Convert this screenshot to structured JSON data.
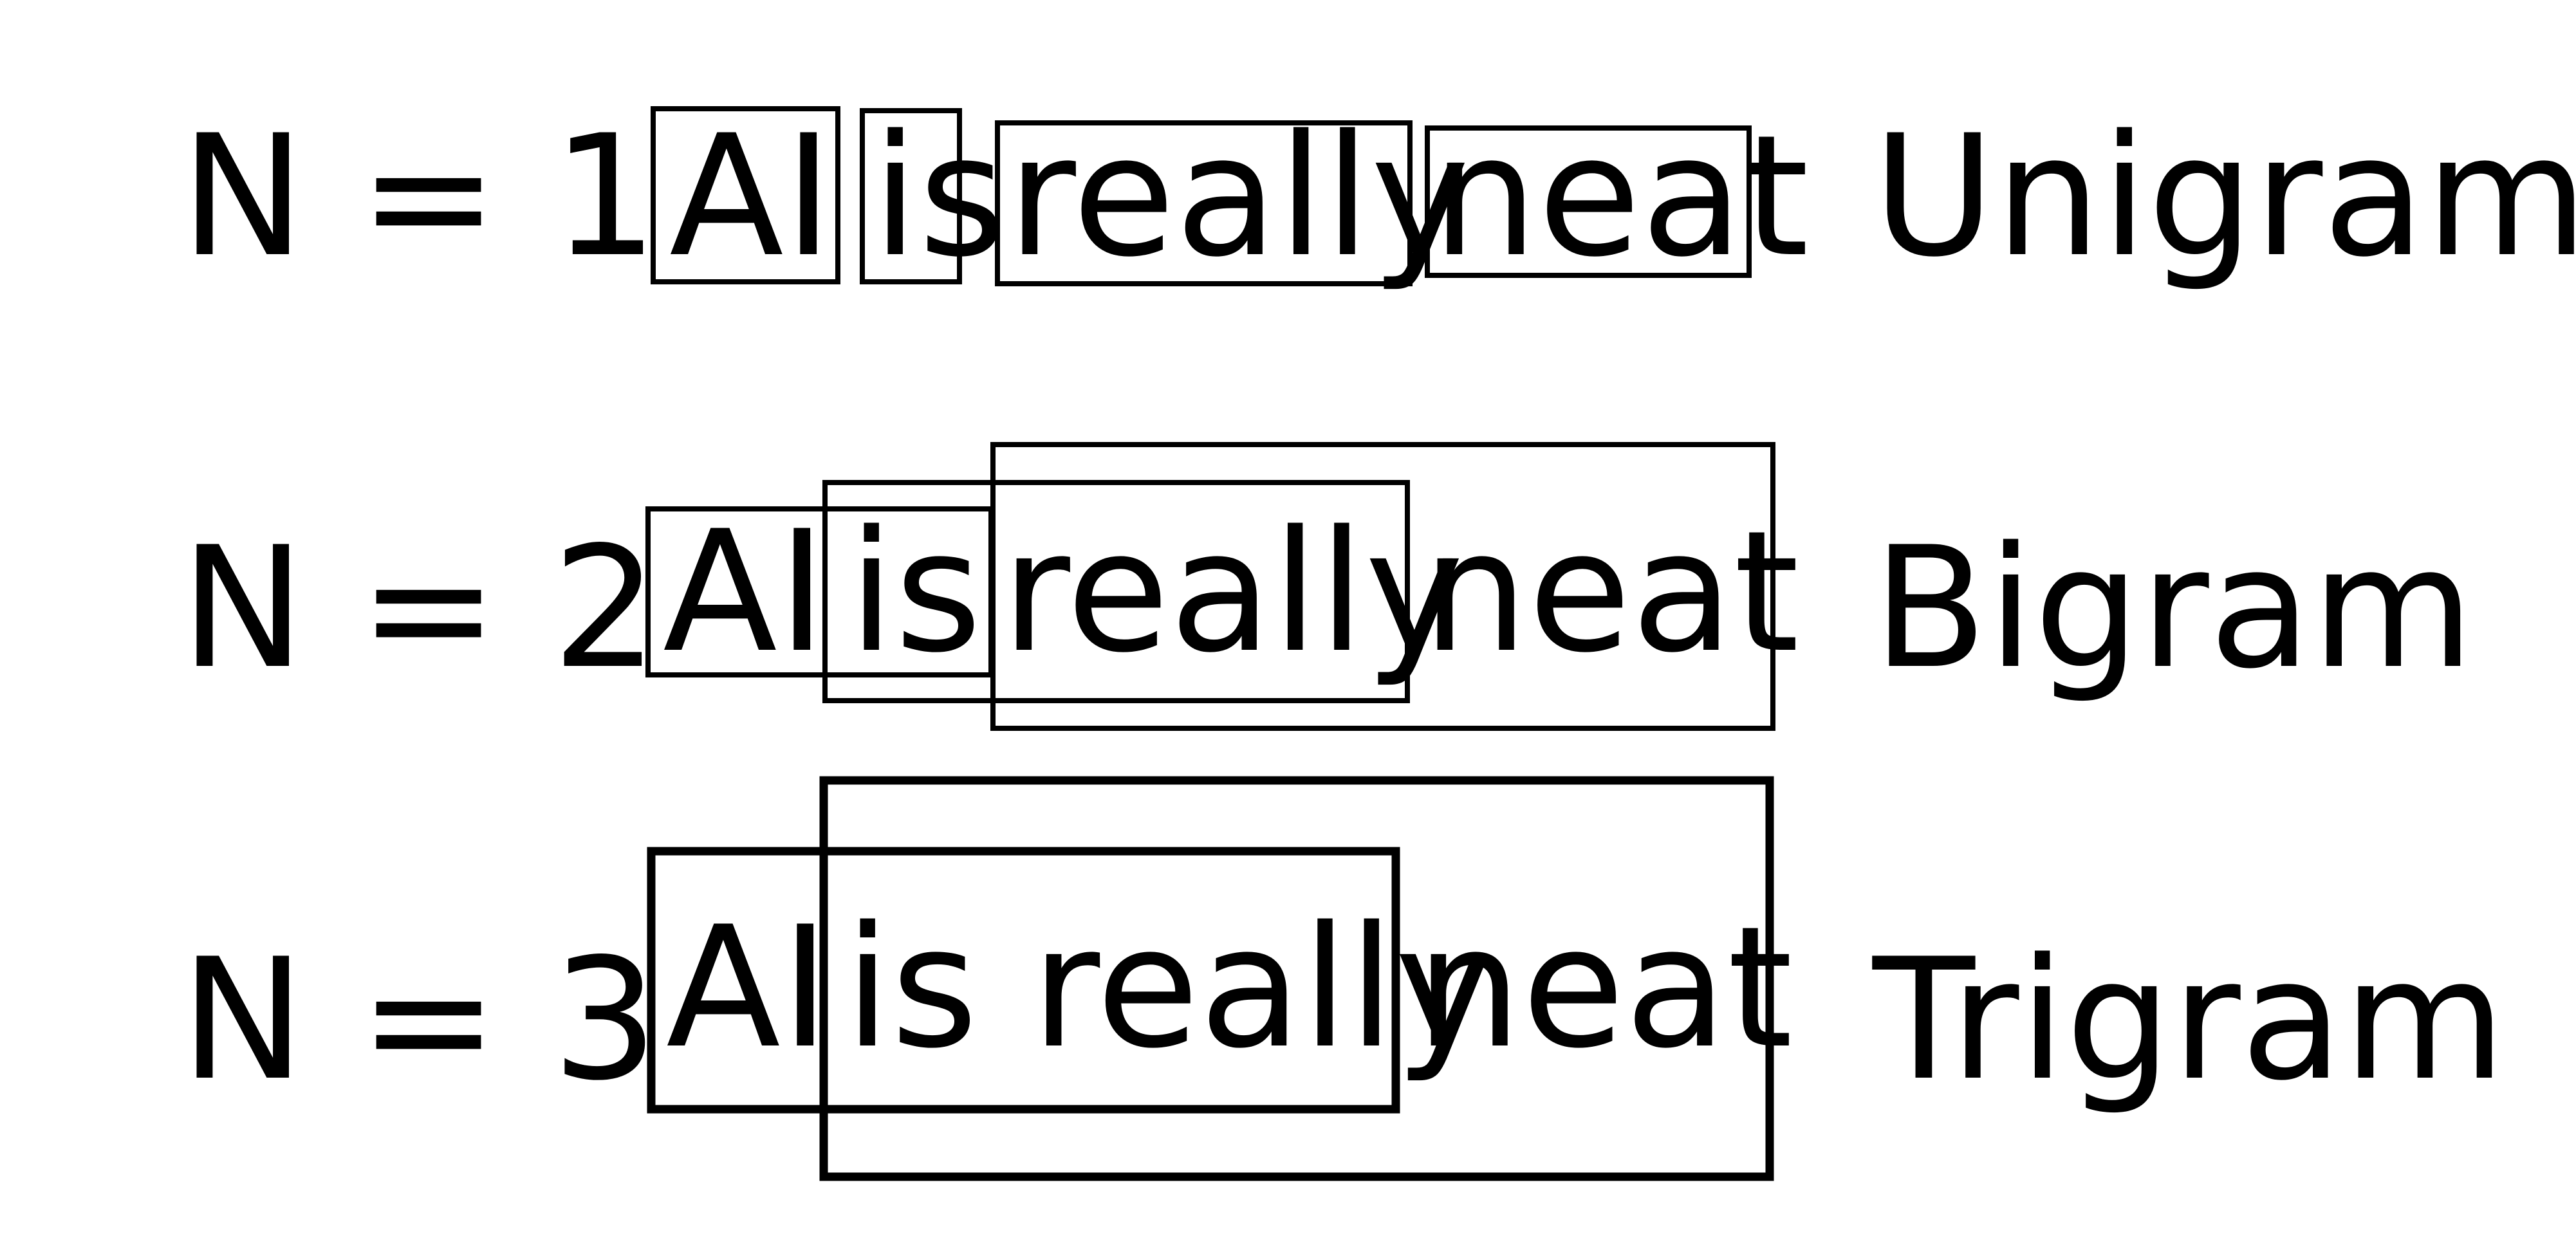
{
  "rows": [
    {
      "n_label": "N = 1",
      "name": "Unigram",
      "words": [
        "AI",
        "is",
        "really",
        "neat"
      ]
    },
    {
      "n_label": "N = 2",
      "name": "Bigram",
      "words": [
        "AI",
        "is",
        "really",
        "neat"
      ]
    },
    {
      "n_label": "N = 3",
      "name": "Trigram",
      "words": [
        "AI",
        "is really",
        "neat"
      ]
    }
  ]
}
